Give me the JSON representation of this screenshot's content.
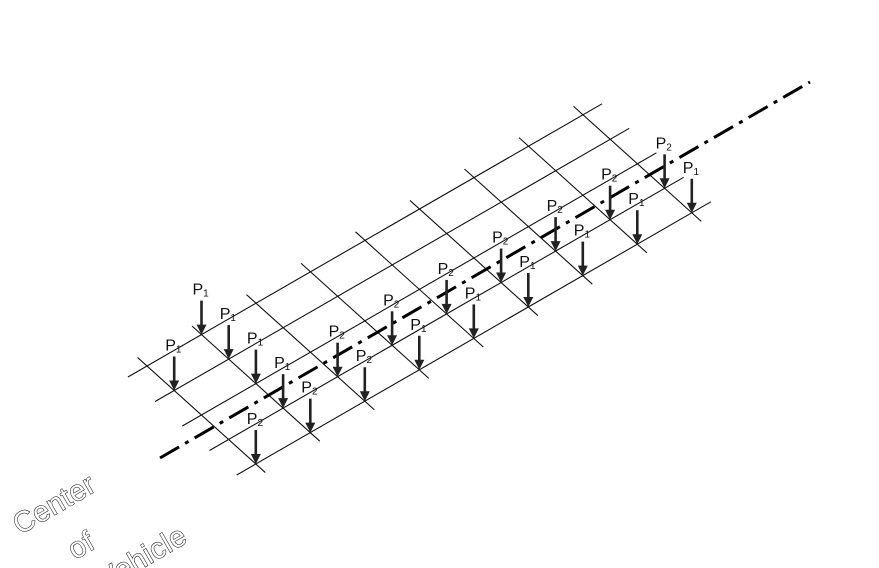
{
  "caption": {
    "line1": "Center",
    "line2": "of",
    "line3": "Vehicle"
  },
  "load_labels": {
    "p1": "P",
    "p1_sub": "1",
    "p2": "P",
    "p2_sub": "2"
  },
  "loads": [
    {
      "label": "P1",
      "i": 0,
      "j": 1
    },
    {
      "label": "P2",
      "i": 0,
      "j": 4
    },
    {
      "label": "P1",
      "i": 1,
      "j": 0
    },
    {
      "label": "P1",
      "i": 1,
      "j": 1
    },
    {
      "label": "P1",
      "i": 1,
      "j": 2
    },
    {
      "label": "P1",
      "i": 1,
      "j": 3
    },
    {
      "label": "P2",
      "i": 1,
      "j": 4
    },
    {
      "label": "P2",
      "i": 2,
      "j": 3
    },
    {
      "label": "P2",
      "i": 2,
      "j": 4
    },
    {
      "label": "P2",
      "i": 3,
      "j": 3
    },
    {
      "label": "P1",
      "i": 3,
      "j": 4
    },
    {
      "label": "P2",
      "i": 4,
      "j": 3
    },
    {
      "label": "P1",
      "i": 4,
      "j": 4
    },
    {
      "label": "P2",
      "i": 5,
      "j": 3
    },
    {
      "label": "P1",
      "i": 5,
      "j": 4
    },
    {
      "label": "P2",
      "i": 6,
      "j": 3
    },
    {
      "label": "P1",
      "i": 6,
      "j": 4
    },
    {
      "label": "P2",
      "i": 7,
      "j": 3
    },
    {
      "label": "P1",
      "i": 7,
      "j": 4
    },
    {
      "label": "P2",
      "i": 8,
      "j": 3
    },
    {
      "label": "P1",
      "i": 8,
      "j": 4
    }
  ]
}
